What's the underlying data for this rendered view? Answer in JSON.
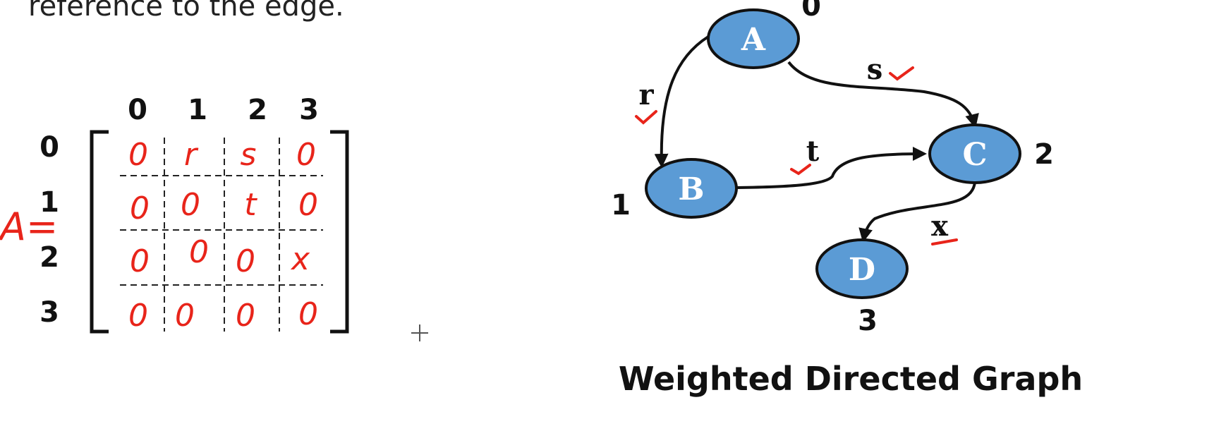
{
  "caption": "reference to the edge.",
  "matrix": {
    "name": "A=",
    "col_headers": [
      "0",
      "1",
      "2",
      "3"
    ],
    "row_headers": [
      "0",
      "1",
      "2",
      "3"
    ],
    "cells": [
      [
        "0",
        "r",
        "s",
        "0"
      ],
      [
        "0",
        "0",
        "t",
        "0"
      ],
      [
        "0",
        "0",
        "0",
        "x"
      ],
      [
        "0",
        "0",
        "0",
        "0"
      ]
    ]
  },
  "graph": {
    "title": "Weighted Directed Graph",
    "nodes": [
      {
        "id": "A",
        "index": "0"
      },
      {
        "id": "B",
        "index": "1"
      },
      {
        "id": "C",
        "index": "2"
      },
      {
        "id": "D",
        "index": "3"
      }
    ],
    "edges": [
      {
        "from": "A",
        "to": "B",
        "weight": "r"
      },
      {
        "from": "A",
        "to": "C",
        "weight": "s"
      },
      {
        "from": "B",
        "to": "C",
        "weight": "t"
      },
      {
        "from": "C",
        "to": "D",
        "weight": "x"
      }
    ],
    "node_color": "#5b9bd5",
    "annotation_color": "#e8241a"
  }
}
